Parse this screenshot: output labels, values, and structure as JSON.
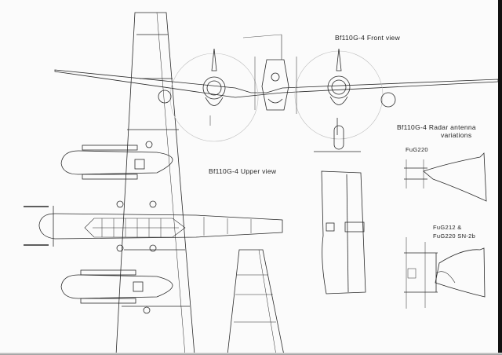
{
  "drawing": {
    "subject": "Bf110G-4",
    "labels": {
      "front_view": "Bf110G-4 Front view",
      "upper_view": "Bf110G-4 Upper view",
      "radar_title_line1": "Bf110G-4 Radar antenna",
      "radar_title_line2": "variations",
      "variant_a": "FuG220",
      "variant_b_line1": "FuG212 &",
      "variant_b_line2": "FuG220 SN-2b"
    },
    "colors": {
      "paper": "#fbfbfb",
      "ink": "#2a2a2a",
      "faint": "#bdbdbd",
      "border": "#111111"
    }
  }
}
